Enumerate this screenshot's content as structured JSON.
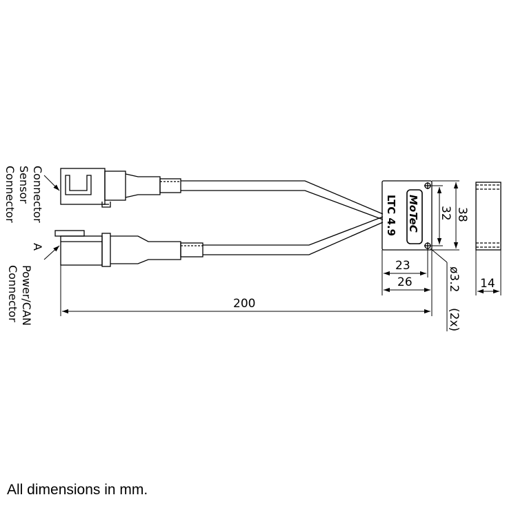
{
  "labels": {
    "sensor_connector": [
      "Connector",
      "Sensor",
      "Connector"
    ],
    "power_connector": [
      "A",
      "Power/CAN",
      "Connector"
    ]
  },
  "device": {
    "brand": "MoTeC",
    "model": "LTC 4.9"
  },
  "dimensions": {
    "overall_length": "200",
    "body_width_inner": "23",
    "body_width_outer": "26",
    "height_inner": "32",
    "height_outer": "38",
    "depth": "14",
    "hole": "ø3.2",
    "hole_count": "(2x)"
  },
  "footer": "All dimensions in mm."
}
